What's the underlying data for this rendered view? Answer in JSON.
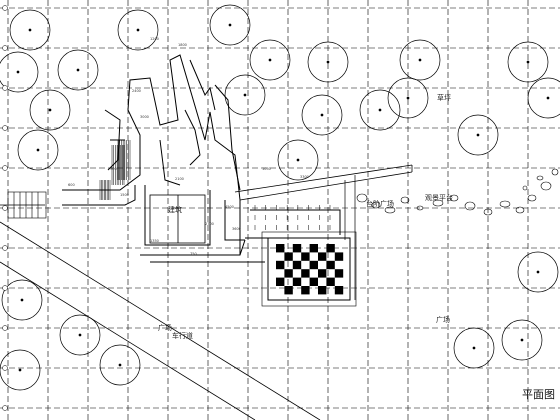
{
  "drawing": {
    "title": "平面图",
    "labels": {
      "area_lawn": "草坪",
      "area_square": "广场",
      "area_plaza_left": "广场",
      "area_road": "车行道",
      "area_stair_label": "台阶广场",
      "area_building": "建筑",
      "area_platform": "观景平台"
    },
    "dimension_texts": [
      "1200",
      "1800",
      "2400",
      "3000",
      "900",
      "600",
      "1500",
      "2100",
      "4500",
      "3600",
      "750",
      "1350",
      "2700",
      "1050",
      "3300"
    ]
  },
  "colors": {
    "line": "#000000",
    "grid": "#000000",
    "paper": "#ffffff"
  }
}
